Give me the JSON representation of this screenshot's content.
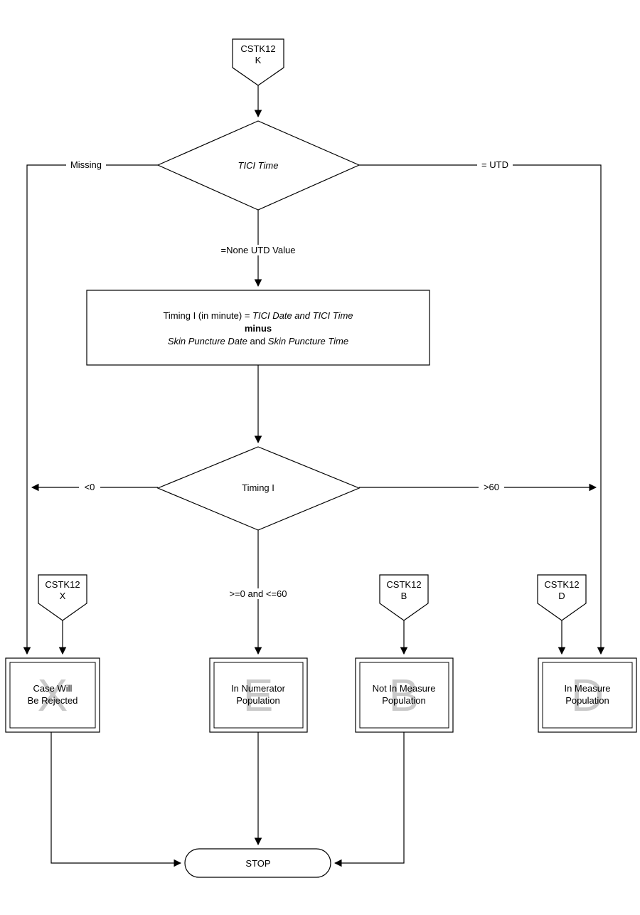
{
  "diagram": {
    "colors": {
      "line": "#000000",
      "fill": "#ffffff",
      "watermark": "#c9c9c9",
      "background": "#ffffff"
    },
    "connector_k": {
      "line1": "CSTK12",
      "line2": "K"
    },
    "connector_x": {
      "line1": "CSTK12",
      "line2": "X"
    },
    "connector_b": {
      "line1": "CSTK12",
      "line2": "B"
    },
    "connector_d": {
      "line1": "CSTK12",
      "line2": "D"
    },
    "decision_tici": {
      "label": "TICI Time",
      "branch_left": "Missing",
      "branch_right": "= UTD",
      "branch_down": "=None UTD Value"
    },
    "process_timing": {
      "line1_plain": "Timing I (in minute) = ",
      "line1_italic": "TICI Date and TICI Time",
      "line2_bold": "minus",
      "line3_italic_a": "Skin Puncture Date",
      "line3_plain": " and ",
      "line3_italic_b": "Skin Puncture Time"
    },
    "decision_timing": {
      "label": "Timing I",
      "branch_left": "<0",
      "branch_right": ">60",
      "branch_down": ">=0 and <=60"
    },
    "terminal_rejected": {
      "watermark": "X",
      "line1": "Case Will",
      "line2": "Be Rejected"
    },
    "terminal_numerator": {
      "watermark": "E",
      "line1": "In Numerator",
      "line2": "Population"
    },
    "terminal_not_in_measure": {
      "watermark": "B",
      "line1": "Not In Measure",
      "line2": "Population"
    },
    "terminal_in_measure": {
      "watermark": "D",
      "line1": "In Measure",
      "line2": "Population"
    },
    "stop": {
      "label": "STOP"
    }
  }
}
